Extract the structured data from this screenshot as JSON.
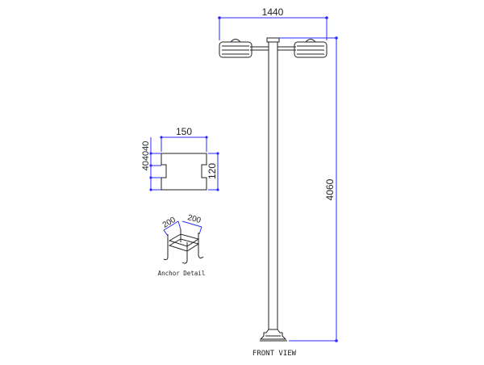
{
  "drawing": {
    "overall_width_dim": "1440",
    "overall_height_dim": "4060",
    "view_label": "FRONT VIEW",
    "section": {
      "width_dim": "150",
      "left_dims": "404040",
      "height_dim": "120"
    },
    "anchor": {
      "dim_a": "200",
      "dim_b": "200",
      "label": "Anchor Detail"
    }
  },
  "colors": {
    "dimension": "#2a2aff",
    "object": "#222222"
  }
}
